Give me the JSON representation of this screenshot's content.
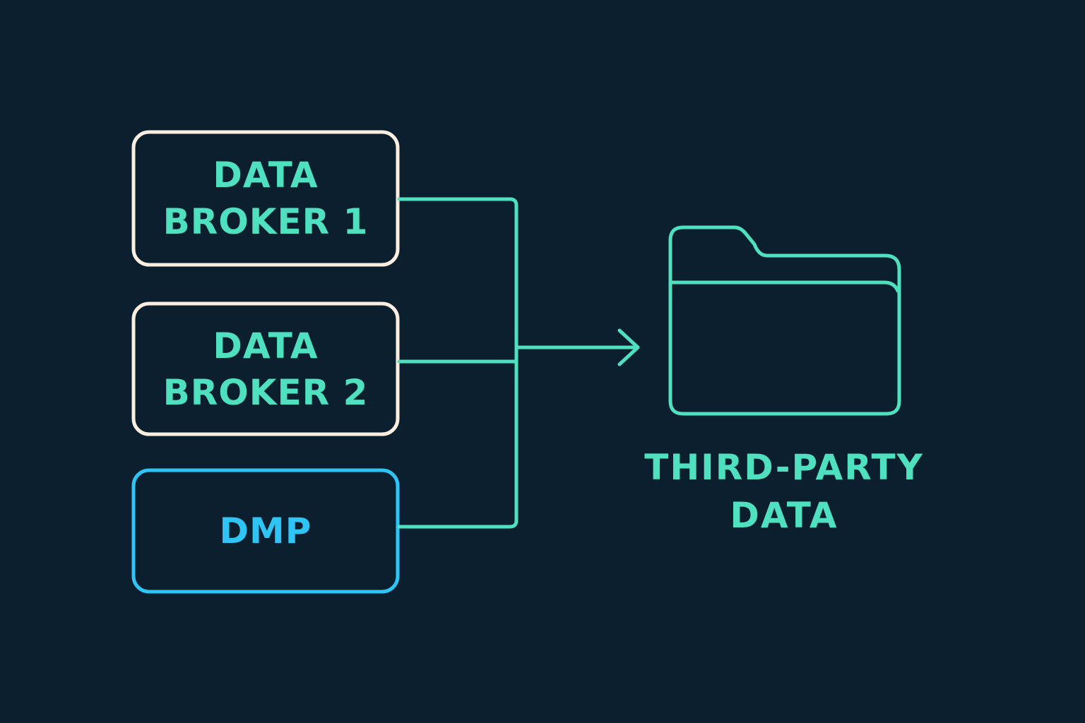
{
  "colors": {
    "background": "#0b1f2e",
    "accent_teal": "#4fe0c0",
    "broker_border": "#fbeee0",
    "dmp_blue": "#2ec4f5"
  },
  "sources": [
    {
      "id": "broker1",
      "label": "DATA\nBROKER 1",
      "border_color": "#fbeee0",
      "text_color": "#4fe0c0"
    },
    {
      "id": "broker2",
      "label": "DATA\nBROKER 2",
      "border_color": "#fbeee0",
      "text_color": "#4fe0c0"
    },
    {
      "id": "dmp",
      "label": "DMP",
      "border_color": "#2ec4f5",
      "text_color": "#2ec4f5"
    }
  ],
  "destination": {
    "icon": "folder-icon",
    "label": "THIRD-PARTY\nDATA"
  },
  "flow": {
    "direction": "sources-to-destination",
    "arrow_icon": "arrow-right-icon"
  }
}
